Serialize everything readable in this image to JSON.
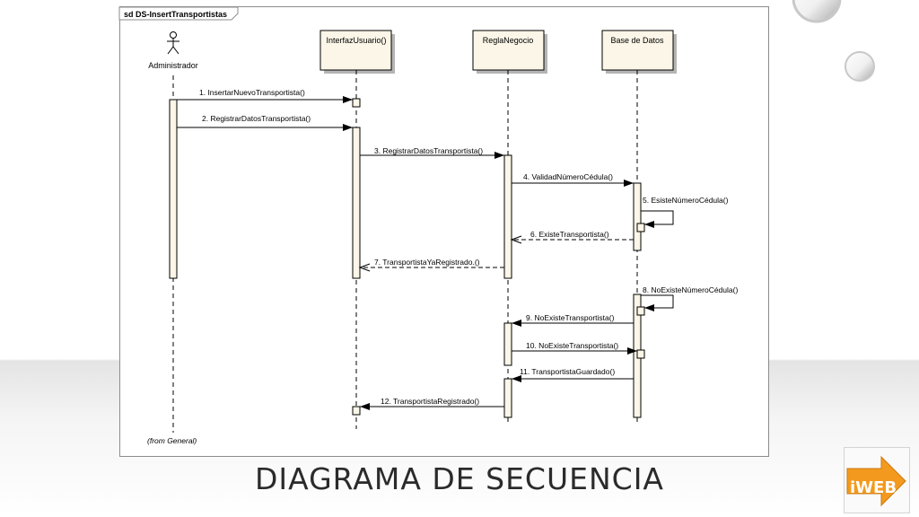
{
  "frame_label": "sd DS-InsertTransportistas",
  "actor": {
    "name": "Administrador",
    "footnote": "(from General)"
  },
  "lifelines": [
    {
      "name": "InterfazUsuario()"
    },
    {
      "name": "ReglaNegocio"
    },
    {
      "name": "Base de Datos"
    }
  ],
  "messages": [
    {
      "label": "1. InsertarNuevoTransportista()",
      "from": "actor",
      "to": "interfaz",
      "kind": "sync"
    },
    {
      "label": "2. RegistrarDatosTransportista()",
      "from": "actor",
      "to": "interfaz",
      "kind": "sync"
    },
    {
      "label": "3. RegistrarDatosTransportista()",
      "from": "interfaz",
      "to": "regla",
      "kind": "sync"
    },
    {
      "label": "4. ValidadNúmeroCédula()",
      "from": "regla",
      "to": "bd",
      "kind": "sync"
    },
    {
      "label": "5. EsisteNúmeroCédula()",
      "from": "bd",
      "to": "bd",
      "kind": "self"
    },
    {
      "label": "6. ExisteTransportista()",
      "from": "bd",
      "to": "regla",
      "kind": "return"
    },
    {
      "label": "7. TransportistaYaRegistrado.()",
      "from": "regla",
      "to": "interfaz",
      "kind": "return"
    },
    {
      "label": "8. NoExisteNúmeroCédula()",
      "from": "bd",
      "to": "bd",
      "kind": "self"
    },
    {
      "label": "9. NoExisteTransportista()",
      "from": "bd",
      "to": "regla",
      "kind": "sync"
    },
    {
      "label": "10. NoExisteTransportista()",
      "from": "regla",
      "to": "bd",
      "kind": "sync"
    },
    {
      "label": "11. TransportistaGuardado()",
      "from": "bd",
      "to": "regla",
      "kind": "sync"
    },
    {
      "label": "12. TransportistaRegistrado()",
      "from": "regla",
      "to": "interfaz",
      "kind": "sync"
    }
  ],
  "slide_title": "DIAGRAMA DE SECUENCIA",
  "logo_text": "iWEB",
  "colors": {
    "box_fill": "#fbf6e7",
    "box_shadow": "#b5b5b5",
    "line": "#000000",
    "frame": "#8c8c8c",
    "logo_orange": "#f39a1e"
  }
}
